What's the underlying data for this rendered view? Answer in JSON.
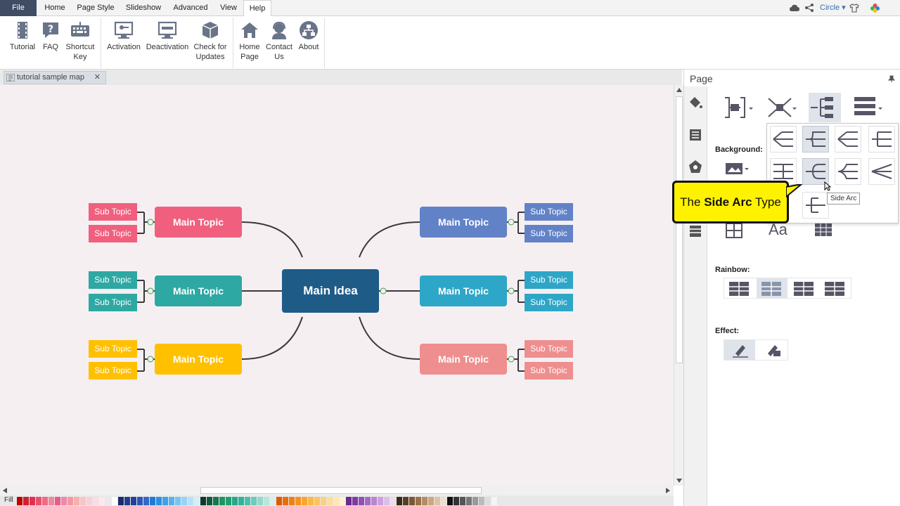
{
  "menu": {
    "items": [
      "File",
      "Home",
      "Page Style",
      "Slideshow",
      "Advanced",
      "View",
      "Help"
    ],
    "active": "Help",
    "circle_label": "Circle"
  },
  "ribbon": {
    "buttons": [
      "Tutorial",
      "FAQ",
      "Shortcut Key",
      "Activation",
      "Deactivation",
      "Check for Updates",
      "Home Page",
      "Contact Us",
      "About"
    ]
  },
  "document": {
    "tab_title": "tutorial sample map",
    "close_glyph": "✕"
  },
  "mindmap": {
    "main_idea": "Main Idea",
    "main_topic_label": "Main Topic",
    "sub_topic_label": "Sub Topic",
    "colors": {
      "idea": "#1f5b87",
      "left": [
        "#f0607e",
        "#2ea8a3",
        "#ffc000"
      ],
      "right": [
        "#6282c8",
        "#2ea6c7",
        "#ef8e8e"
      ]
    }
  },
  "colorbar": {
    "label": "Fill"
  },
  "panel": {
    "title": "Page",
    "background_label": "Background:",
    "rainbow_label": "Rainbow:",
    "effect_label": "Effect:"
  },
  "callout": {
    "prefix": "The ",
    "bold": "Side Arc",
    "suffix": " Type"
  },
  "tooltip": "Side Arc"
}
